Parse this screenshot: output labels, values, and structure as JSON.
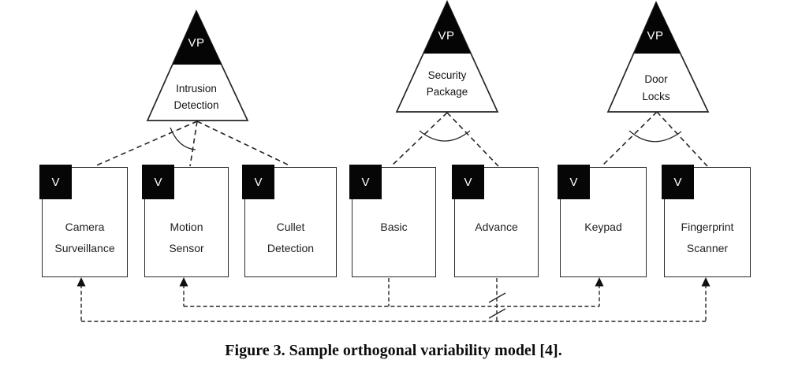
{
  "caption": "Figure 3. Sample orthogonal variability model [4].",
  "variation_points": [
    {
      "tag": "VP",
      "name": "Intrusion Detection",
      "lines": [
        "Intrusion",
        "Detection"
      ]
    },
    {
      "tag": "VP",
      "name": "Security Package",
      "lines": [
        "Security",
        "Package"
      ]
    },
    {
      "tag": "VP",
      "name": "Door Locks",
      "lines": [
        "Door",
        "Locks"
      ]
    }
  ],
  "variants": [
    {
      "tag": "V",
      "name": "Camera Surveillance",
      "lines": [
        "Camera",
        "Surveillance"
      ]
    },
    {
      "tag": "V",
      "name": "Motion Sensor",
      "lines": [
        "Motion",
        "Sensor"
      ]
    },
    {
      "tag": "V",
      "name": "Cullet Detection",
      "lines": [
        "Cullet",
        "Detection"
      ]
    },
    {
      "tag": "V",
      "name": "Basic",
      "lines": [
        "Basic"
      ]
    },
    {
      "tag": "V",
      "name": "Advance",
      "lines": [
        "Advance"
      ]
    },
    {
      "tag": "V",
      "name": "Keypad",
      "lines": [
        "Keypad"
      ]
    },
    {
      "tag": "V",
      "name": "Fingerprint Scanner",
      "lines": [
        "Fingerprint",
        "Scanner"
      ]
    }
  ],
  "groups": [
    {
      "variation_point": "Intrusion Detection",
      "variants": [
        "Camera Surveillance",
        "Motion Sensor",
        "Cullet Detection"
      ]
    },
    {
      "variation_point": "Security Package",
      "variants": [
        "Basic",
        "Advance"
      ]
    },
    {
      "variation_point": "Door Locks",
      "variants": [
        "Keypad",
        "Fingerprint Scanner"
      ]
    }
  ],
  "colors": {
    "ink": "#262626",
    "vp_fill": "#050505",
    "background": "#ffffff"
  }
}
